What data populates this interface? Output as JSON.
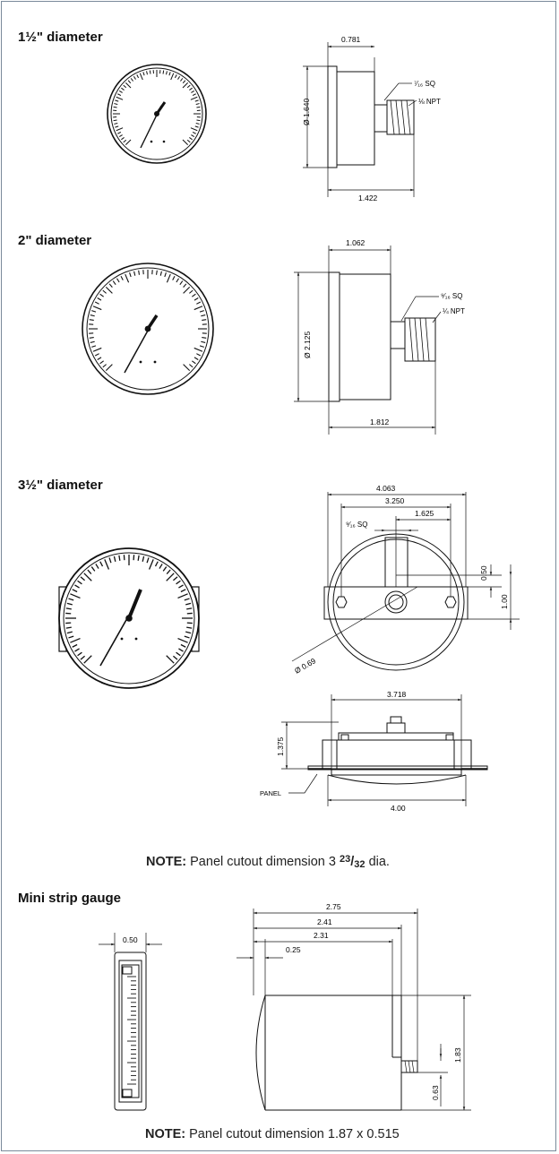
{
  "sections": [
    {
      "heading": "1½\" diameter",
      "dims": {
        "depth": "0.781",
        "diameter": "Ø 1.640",
        "square": "⁷⁄₁₆ SQ",
        "thread": "⅛ NPT",
        "length": "1.422"
      }
    },
    {
      "heading": "2\" diameter",
      "dims": {
        "depth": "1.062",
        "diameter": "Ø 2.125",
        "square": "⁹⁄₁₆ SQ",
        "thread": "¼ NPT",
        "length": "1.812"
      }
    },
    {
      "heading": "3½\" diameter",
      "dims": {
        "overall": "4.063",
        "bolt_spacing": "3.250",
        "half_spacing": "1.625",
        "square": "⁹⁄₁₆ SQ",
        "bracket_top": "0.50",
        "bracket_height": "1.00",
        "hole": "Ø 0.69",
        "bracket_width": "3.718",
        "depth": "1.375",
        "panel_label": "PANEL",
        "bezel": "4.00"
      },
      "note_label": "NOTE:",
      "note_text": "Panel cutout dimension 3",
      "note_frac_num": "23",
      "note_frac_den": "32",
      "note_suffix": "dia."
    },
    {
      "heading": "Mini strip gauge",
      "dims": {
        "width": "0.50",
        "overall": "2.75",
        "d2": "2.41",
        "d3": "2.31",
        "d4": "0.25",
        "height": "1.83",
        "port": "0.63"
      },
      "note_label": "NOTE:",
      "note_text": "Panel cutout dimension 1.87 x 0.515"
    }
  ]
}
